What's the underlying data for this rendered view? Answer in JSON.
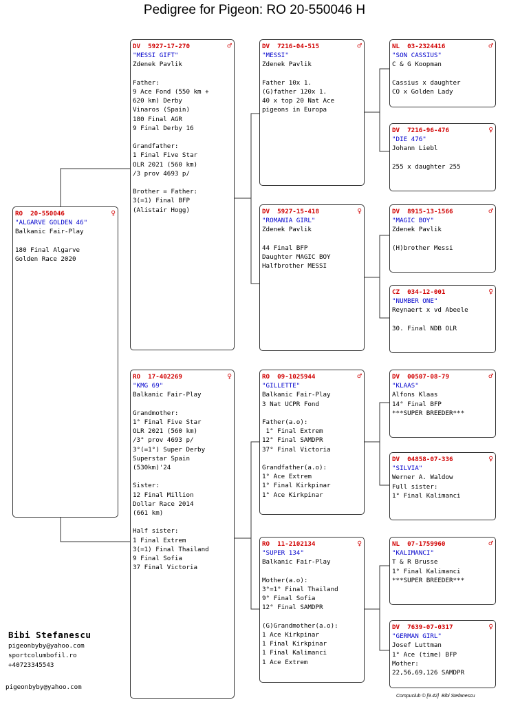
{
  "title": "Pedigree for Pigeon: RO  20-550046 H",
  "cards": [
    {
      "ring": "RO  20-550046",
      "sex": "♀",
      "name": "\"ALGARVE GOLDEN 46\"",
      "lines": [
        "Balkanic Fair-Play",
        "",
        "180 Final Algarve",
        "Golden Race 2020"
      ]
    },
    {
      "ring": "DV  5927-17-270",
      "sex": "♂",
      "name": "\"MESSI GIFT\"",
      "lines": [
        "Zdenek Pavlik",
        "",
        "Father:",
        "9 Ace Fond (550 km +",
        "620 km) Derby",
        "Vinaros (Spain)",
        "180 Final AGR",
        "9 Final Derby 16",
        "",
        "Grandfather:",
        "1 Final Five Star",
        "OLR 2021 (560 km)",
        "/3 prov 4693 p/",
        "",
        "Brother = Father:",
        "3(=1) Final BFP",
        "(Alistair Hogg)"
      ]
    },
    {
      "ring": "RO  17-402269",
      "sex": "♀",
      "name": "\"KMG 69\"",
      "lines": [
        "Balkanic Fair-Play",
        "",
        "Grandmother:",
        "1° Final Five Star",
        "OLR 2021 (560 km)",
        "/3° prov 4693 p/",
        "3°(=1°) Super Derby",
        "Superstar Spain",
        "(530km)'24",
        "",
        "Sister:",
        "12 Final Million",
        "Dollar Race 2014",
        "(661 km)",
        "",
        "Half sister:",
        "1 Final Extrem",
        "3(=1) Final Thailand",
        "9 Final Sofia",
        "37 Final Victoria"
      ]
    },
    {
      "ring": "DV  7216-04-515",
      "sex": "♂",
      "name": "\"MESSI\"",
      "lines": [
        "Zdenek Pavlik",
        "",
        "Father 10x 1.",
        "(G)father 120x 1.",
        "40 x top 20 Nat Ace",
        "pigeons in Europa"
      ]
    },
    {
      "ring": "DV  5927-15-418",
      "sex": "♀",
      "name": "\"ROMANIA GIRL\"",
      "lines": [
        "Zdenek Pavlik",
        "",
        "44 Final BFP",
        "Daughter MAGIC BOY",
        "Halfbrother MESSI"
      ]
    },
    {
      "ring": "RO  09-1025944",
      "sex": "♂",
      "name": "\"GILLETTE\"",
      "lines": [
        "Balkanic Fair-Play",
        "3 Nat UCPR Fond",
        "",
        "Father(a.o):",
        " 1° Final Extrem",
        "12° Final SAMDPR",
        "37° Final Victoria",
        "",
        "Grandfather(a.o):",
        "1° Ace Extrem",
        "1° Final Kirkpinar",
        "1° Ace Kirkpinar"
      ]
    },
    {
      "ring": "RO  11-2102134",
      "sex": "♀",
      "name": "\"SUPER 134\"",
      "lines": [
        "Balkanic Fair-Play",
        "",
        "Mother(a.o):",
        "3°=1° Final Thailand",
        "9° Final Sofia",
        "12° Final SAMDPR",
        "",
        "(G)Grandmother(a.o):",
        "1 Ace Kirkpinar",
        "1 Final Kirkpinar",
        "1 Final Kalimanci",
        "1 Ace Extrem"
      ]
    },
    {
      "ring": "NL  03-2324416",
      "sex": "♂",
      "name": "\"SON CASSIUS\"",
      "lines": [
        "C & G Koopman",
        "",
        "Cassius x daughter",
        "CO x Golden Lady"
      ]
    },
    {
      "ring": "DV  7216-96-476",
      "sex": "♀",
      "name": "\"DIE 476\"",
      "lines": [
        "Johann Liebl",
        "",
        "255 x daughter 255"
      ]
    },
    {
      "ring": "DV  8915-13-1566",
      "sex": "♂",
      "name": "\"MAGIC BOY\"",
      "lines": [
        "Zdenek Pavlik",
        "",
        "(H)brother Messi"
      ]
    },
    {
      "ring": "CZ  034-12-001",
      "sex": "♀",
      "name": "\"NUMBER ONE\"",
      "lines": [
        "Reynaert x vd Abeele",
        "",
        "30. Final NDB OLR"
      ]
    },
    {
      "ring": "DV  00507-08-79",
      "sex": "♂",
      "name": "\"KLAAS\"",
      "lines": [
        "Alfons Klaas",
        "14° Final BFP",
        "***SUPER BREEDER***"
      ]
    },
    {
      "ring": "DV  04858-07-336",
      "sex": "♀",
      "name": "\"SILVIA\"",
      "lines": [
        "Werner A. Waldow",
        "Full sister:",
        "1° Final Kalimanci"
      ]
    },
    {
      "ring": "NL  07-1759960",
      "sex": "♂",
      "name": "\"KALIMANCI\"",
      "lines": [
        "T & R Brusse",
        "1° Final Kalimanci",
        "***SUPER BREEDER***"
      ]
    },
    {
      "ring": "DV  7639-07-0317",
      "sex": "♀",
      "name": "\"GERMAN GIRL\"",
      "lines": [
        "Josef Luttman",
        "1° Ace (time) BFP",
        "Mother:",
        "22,56,69,126 SAMDPR"
      ]
    }
  ],
  "owner": {
    "name": "Bibi Stefanescu",
    "email": "pigeonbyby@yahoo.com",
    "site": "sportcolumbofil.ro",
    "phone": "+40723345543"
  },
  "email_bottom": "pigeonbyby@yahoo.com",
  "footer": "Compuclub © [9.42]  Bibi Stefanescu",
  "colors": {
    "ring": "#d10000",
    "name": "#0000cc",
    "border": "#333333"
  }
}
